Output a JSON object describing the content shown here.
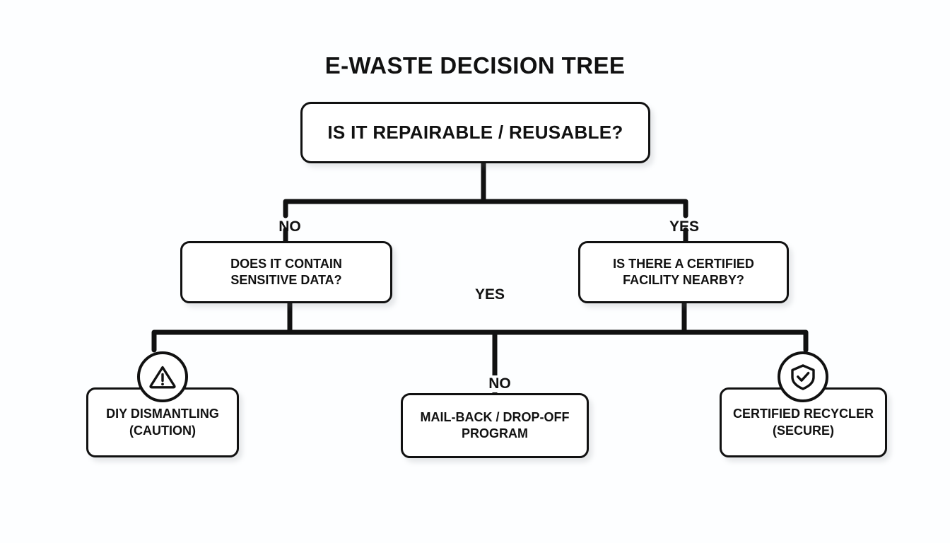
{
  "diagram": {
    "title": "E-WASTE DECISION TREE",
    "type": "decision-tree",
    "background_color": "#fdfeff",
    "line_color": "#111111",
    "node_fill": "#ffffff"
  },
  "nodes": {
    "root": {
      "id": "root",
      "label": "IS IT REPAIRABLE / REUSABLE?",
      "level": 0,
      "shape": "rounded-rect"
    },
    "sensitive": {
      "id": "sensitive",
      "line1": "DOES IT CONTAIN",
      "line2": "SENSITIVE DATA?",
      "label": "DOES IT CONTAIN SENSITIVE DATA?",
      "level": 1,
      "shape": "rounded-rect"
    },
    "facility": {
      "id": "facility",
      "line1": "IS THERE A CERTIFIED",
      "line2": "FACILITY NEARBY?",
      "label": "IS THERE A CERTIFIED FACILITY NEARBY?",
      "level": 1,
      "shape": "rounded-rect"
    },
    "diy": {
      "id": "diy",
      "line1": "DIY DISMANTLING",
      "line2": "(CAUTION)",
      "label": "DIY DISMANTLING (CAUTION)",
      "level": 2,
      "shape": "rounded-rect",
      "badge": "warning-triangle-icon"
    },
    "mailback": {
      "id": "mailback",
      "line1": "MAIL-BACK / DROP-OFF",
      "line2": "PROGRAM",
      "label": "MAIL-BACK / DROP-OFF PROGRAM",
      "level": 2,
      "shape": "rounded-rect",
      "badge": null
    },
    "recycler": {
      "id": "recycler",
      "line1": "CERTIFIED RECYCLER",
      "line2": "(SECURE)",
      "label": "CERTIFIED RECYCLER (SECURE)",
      "level": 2,
      "shape": "rounded-rect",
      "badge": "shield-check-icon"
    }
  },
  "edges": [
    {
      "from": "root",
      "to": "sensitive",
      "label": "NO"
    },
    {
      "from": "root",
      "to": "facility",
      "label": "YES"
    },
    {
      "from": "sensitive",
      "to": "diy",
      "label": "YES"
    },
    {
      "from": "facility",
      "to": "mailback",
      "label": "NO"
    },
    {
      "from": "facility",
      "to": "recycler",
      "label": ""
    }
  ],
  "edge_labels": {
    "no_left": "NO",
    "yes_right": "YES",
    "yes_mid": "YES",
    "no_mid": "NO"
  },
  "badges": {
    "warning": {
      "icon": "warning-triangle-icon",
      "attached_to": "diy"
    },
    "shield": {
      "icon": "shield-check-icon",
      "attached_to": "recycler"
    }
  }
}
